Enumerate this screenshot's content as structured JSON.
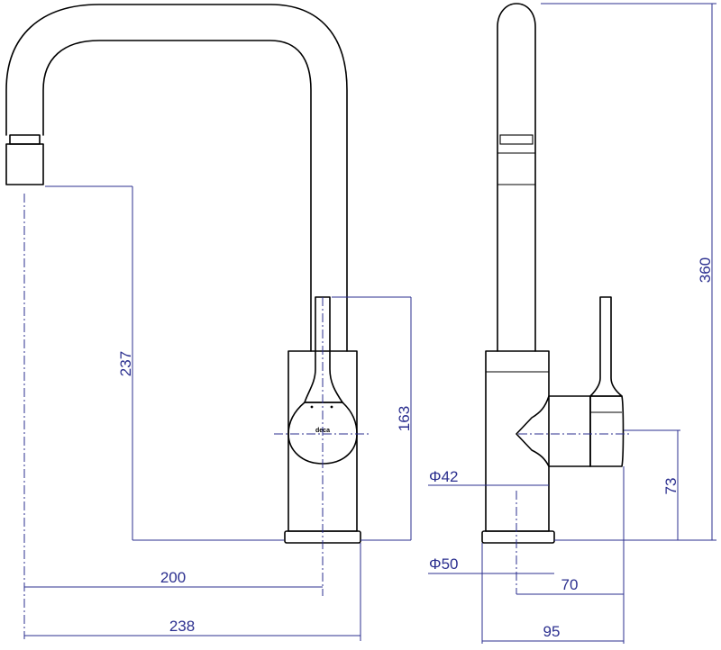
{
  "brand_logo": "deca",
  "colors": {
    "outline": "#000000",
    "dimension": "#2b2f8f",
    "background": "#ffffff"
  },
  "dimensions": {
    "spout_height": "237",
    "body_height": "163",
    "spout_reach_inner": "200",
    "total_width": "238",
    "total_height": "360",
    "outlet_height": "73",
    "diameter_body": "Φ42",
    "diameter_base": "Φ50",
    "side_depth": "70",
    "side_width": "95"
  }
}
